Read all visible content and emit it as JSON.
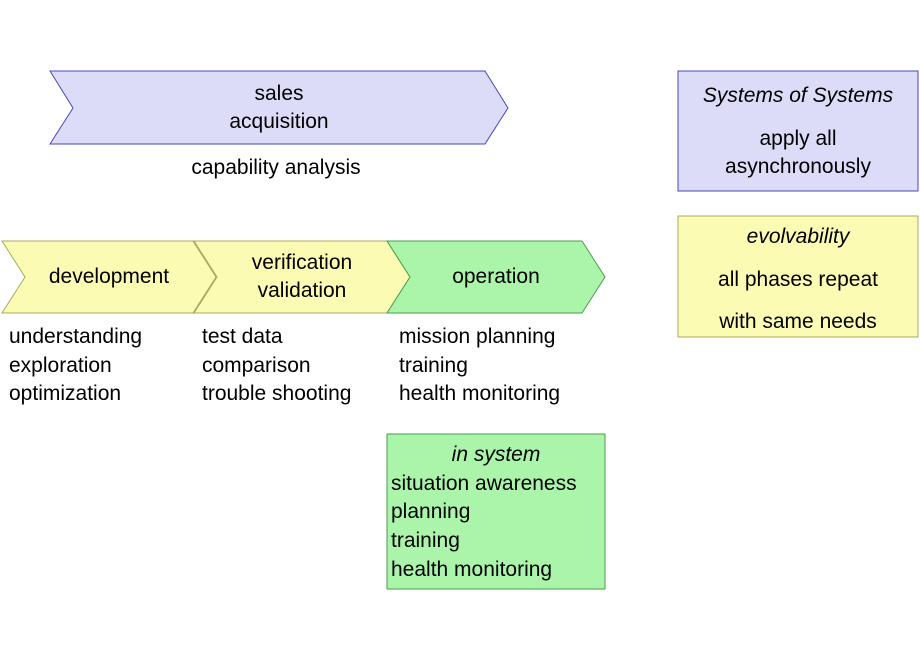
{
  "colors": {
    "lavender": "#dcdcf8",
    "lavender_border": "#4848b8",
    "yellow": "#fbfbb4",
    "yellow_border": "#a8a860",
    "green": "#aaf5aa",
    "green_border": "#4c9c4c"
  },
  "top_arrow": {
    "line1": "sales",
    "line2": "acquisition",
    "caption": "capability analysis"
  },
  "phases": [
    {
      "label": "development",
      "items": [
        "understanding",
        "exploration",
        "optimization"
      ]
    },
    {
      "label1": "verification",
      "label2": "validation",
      "items": [
        "test data",
        "comparison",
        "trouble shooting"
      ]
    },
    {
      "label": "operation",
      "items": [
        "mission planning",
        "training",
        "health monitoring"
      ]
    }
  ],
  "in_system_box": {
    "title": "in system",
    "items": [
      "situation awareness",
      "planning",
      "training",
      "health monitoring"
    ]
  },
  "sos_box": {
    "title": "Systems of Systems",
    "line1": "apply all",
    "line2": "asynchronously"
  },
  "evolvability_box": {
    "title": "evolvability",
    "line1": "all phases repeat",
    "line2": "with same needs"
  }
}
